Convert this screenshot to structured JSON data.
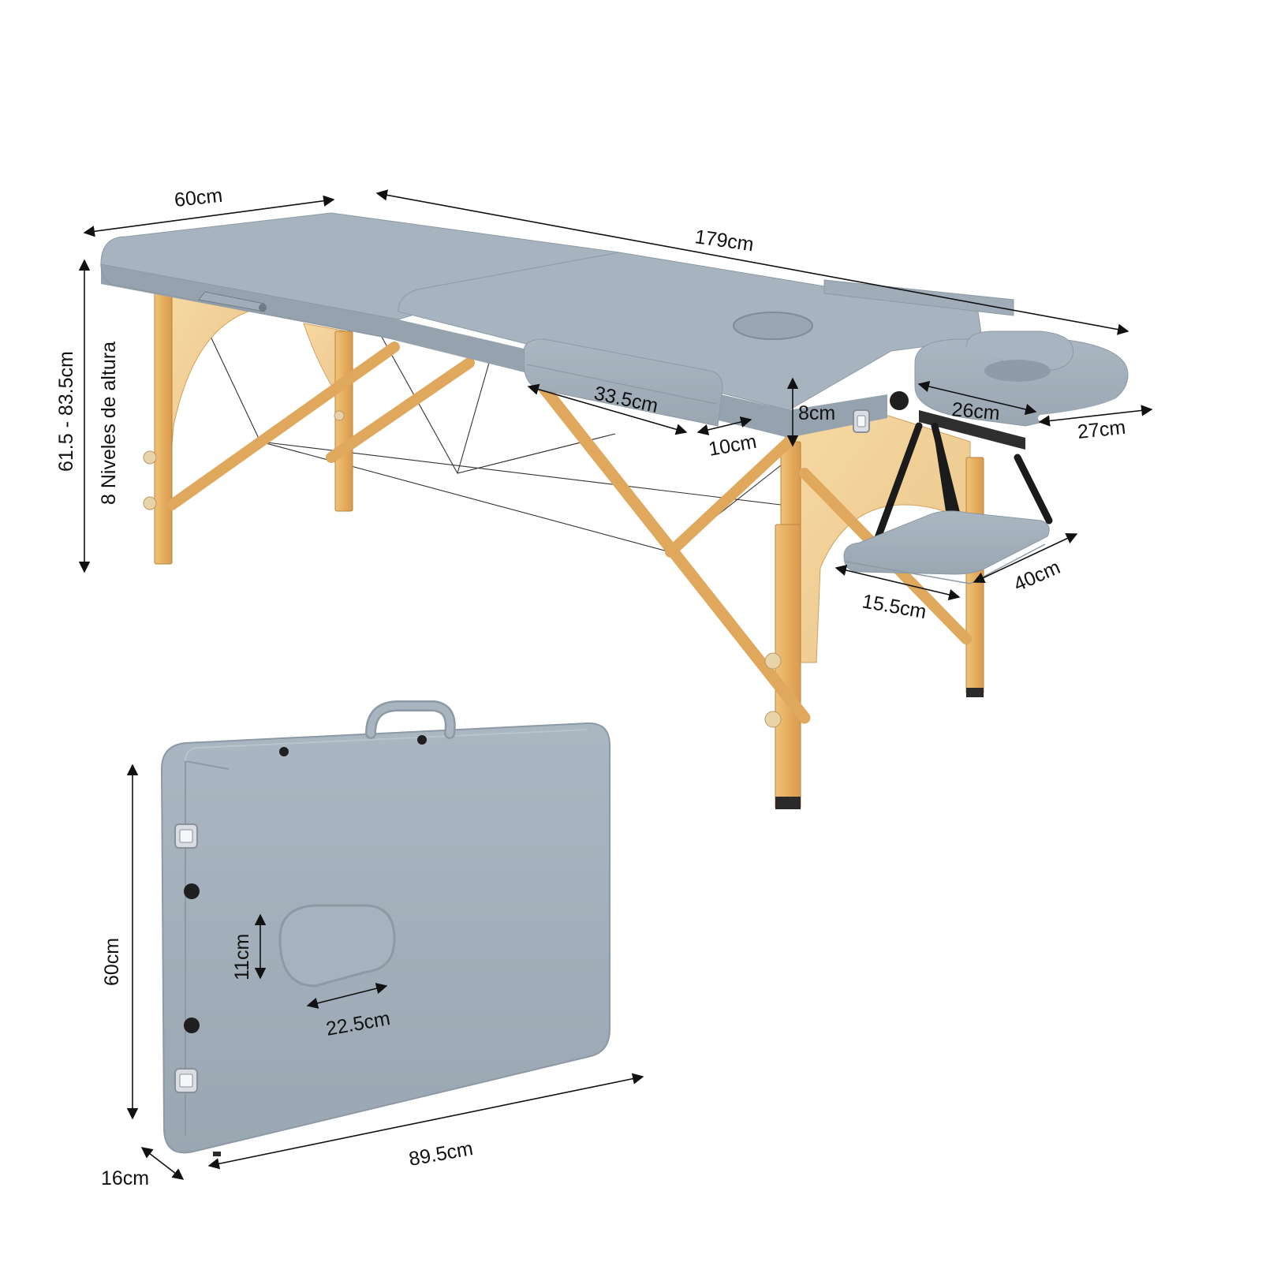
{
  "colors": {
    "upholstery": "#a3b0bb",
    "wood": "#e8b46a",
    "dimension_line": "#111111"
  },
  "icons": [
    "table-handle-icon",
    "clasp-icon"
  ],
  "table_dimensions": {
    "width": "60cm",
    "length": "179cm",
    "height_range": "61.5 - 83.5cm",
    "height_levels": "8 Niveles de altura",
    "armrest_length": "33.5cm",
    "armrest_width": "10cm",
    "thickness": "8cm",
    "face_cradle_inner": "26cm",
    "face_cradle_outer": "27cm",
    "arm_shelf_length": "40cm",
    "arm_shelf_width": "15.5cm"
  },
  "folded_dimensions": {
    "height": "60cm",
    "face_hole_height": "11cm",
    "face_hole_width": "22.5cm",
    "length": "89.5cm",
    "depth": "16cm"
  }
}
